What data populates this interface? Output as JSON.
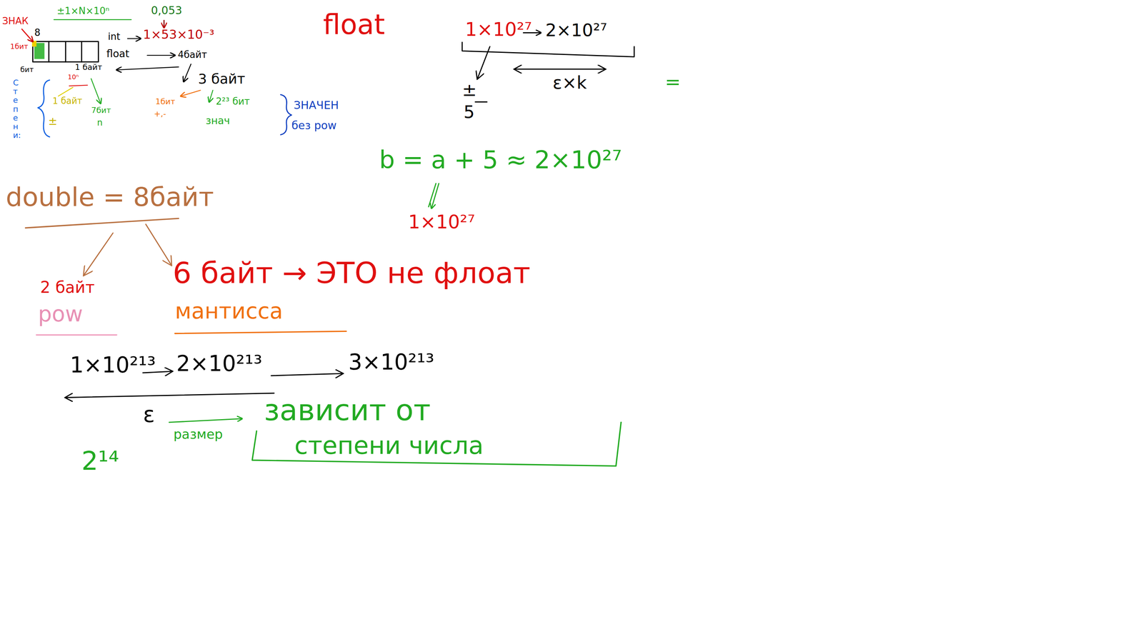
{
  "diagram": {
    "labels": [
      "±1×N×10ⁿ",
      "0,053",
      "ЗНАК",
      "1бит",
      "8",
      "int",
      "1×53×10⁻³",
      "float",
      "4байт",
      "бит",
      "1 байт",
      "10ⁿ",
      "Степени:",
      "1 байт",
      "±",
      "7бит",
      "n",
      "3 байт",
      "1бит",
      "+,-",
      "2²³ бит",
      "знач",
      "ЗНАЧЕН",
      "без pow",
      "float",
      "1×10²⁷",
      "2×10²⁷",
      "±",
      "5",
      "ε×k",
      "=",
      "b = a + 5 ≈ 2×10²⁷",
      "1×10²⁷",
      "double = 8байт",
      "2 байт",
      "pow",
      "6 байт → ЭТО не флоат",
      "мантисса",
      "1×10²¹³",
      "2×10²¹³",
      "3×10²¹³",
      "ε",
      "размер",
      "зависит от",
      "степени числа",
      "2¹⁴"
    ]
  }
}
